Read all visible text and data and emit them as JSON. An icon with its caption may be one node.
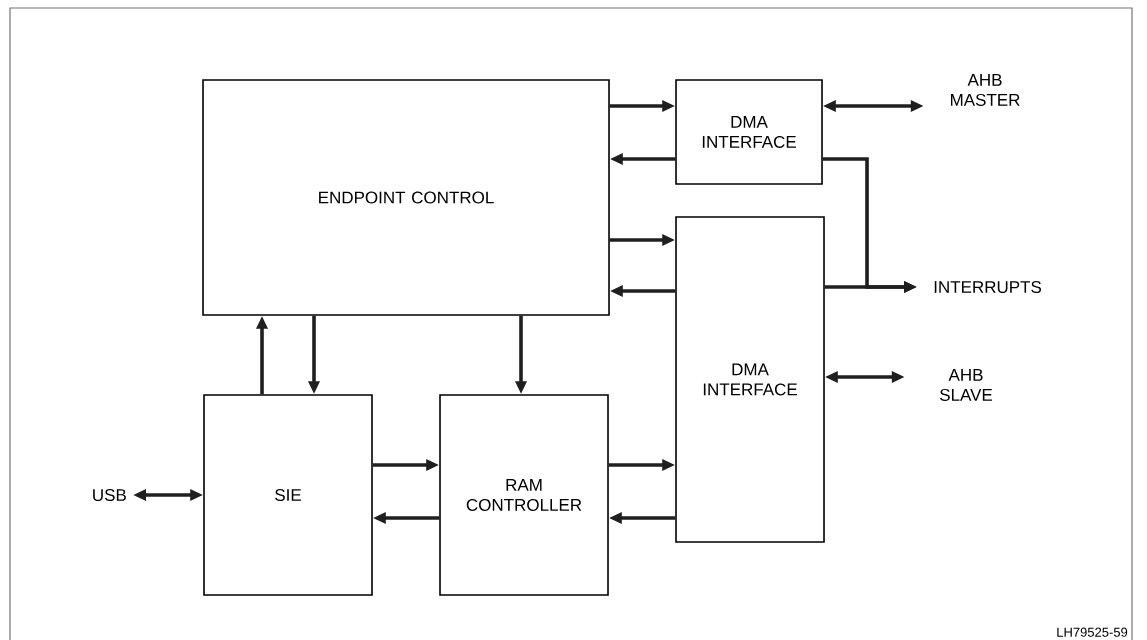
{
  "diagram": {
    "nodes": [
      {
        "text": [
          "ENDPOINT CONTROL"
        ]
      },
      {
        "text": [
          "DMA INTERFACE"
        ]
      },
      {
        "text": [
          "DMA INTERFACE"
        ]
      },
      {
        "text": [
          "SIE"
        ]
      },
      {
        "text": [
          "RAM CONTROLLER"
        ]
      },
      {
        "text": [
          "AHB MASTER"
        ]
      },
      {
        "text": [
          "INTERRUPTS"
        ]
      },
      {
        "text": [
          "AHB SLAVE"
        ]
      },
      {
        "text": [
          "USB"
        ]
      }
    ],
    "edges": [
      {
        "from": 0,
        "to": 1,
        "arrow": "to"
      },
      {
        "from": 1,
        "to": 0,
        "arrow": "to"
      },
      {
        "from": 0,
        "to": 2,
        "arrow": "to"
      },
      {
        "from": 2,
        "to": 0,
        "arrow": "to"
      },
      {
        "from": 3,
        "to": 0,
        "arrow": "to"
      },
      {
        "from": 0,
        "to": 3,
        "arrow": "to"
      },
      {
        "from": 0,
        "to": 4,
        "arrow": "to"
      },
      {
        "from": 3,
        "to": 4,
        "arrow": "to"
      },
      {
        "from": 4,
        "to": 3,
        "arrow": "to"
      },
      {
        "from": 4,
        "to": 2,
        "arrow": "to"
      },
      {
        "from": 2,
        "to": 4,
        "arrow": "to"
      },
      {
        "from": 1,
        "to": 5,
        "arrow": "both"
      },
      {
        "from": 1,
        "to": 6,
        "arrow": "to"
      },
      {
        "from": 2,
        "to": 6,
        "arrow": "to"
      },
      {
        "from": 2,
        "to": 7,
        "arrow": "both"
      },
      {
        "from": 8,
        "to": 3,
        "arrow": "both"
      }
    ],
    "labels": [
      "LH79525-59"
    ]
  }
}
